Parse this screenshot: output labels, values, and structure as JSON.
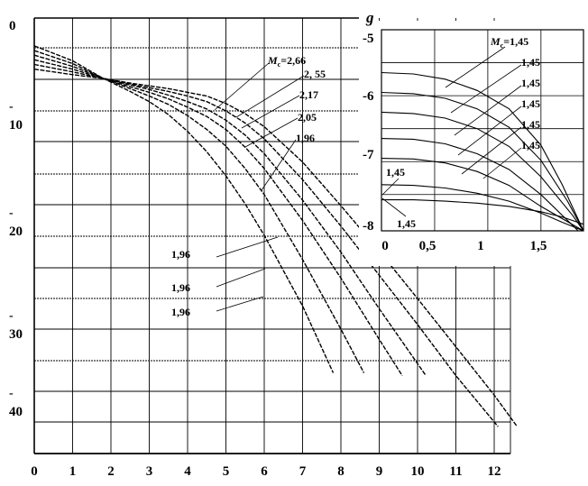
{
  "chart_data": [
    {
      "type": "line",
      "x_ticks": [
        "0",
        "1",
        "2",
        "3",
        "4",
        "5",
        "6",
        "7",
        "8",
        "9",
        "10",
        "11",
        "12"
      ],
      "y_ticks": [
        "0",
        "10",
        "20",
        "30",
        "40"
      ],
      "y_tick_minus": "-",
      "xlim": [
        0,
        12.7
      ],
      "ylim": [
        0,
        46
      ],
      "y_inverted": true,
      "grid": true,
      "series": [
        {
          "name": "M_c=2,66",
          "x": [
            0,
            0.5,
            1,
            1.8,
            2.5,
            3,
            3.5,
            4,
            4.5,
            5,
            5.5,
            6,
            7,
            8,
            9,
            10,
            11,
            12,
            12.6
          ],
          "y": [
            5.5,
            5.8,
            6.1,
            6.5,
            7.0,
            7.3,
            7.6,
            8.0,
            8.4,
            9.2,
            10.3,
            11.7,
            15.5,
            20.2,
            25.1,
            30.2,
            35.4,
            40.6,
            44
          ]
        },
        {
          "name": "2, 55",
          "x": [
            0,
            0.5,
            1,
            1.8,
            2.5,
            3,
            3.5,
            4,
            4.5,
            5,
            5.5,
            6,
            7,
            8,
            9,
            10,
            11,
            12.1
          ],
          "y": [
            5.0,
            5.4,
            5.8,
            6.5,
            7.1,
            7.5,
            7.9,
            8.4,
            9.0,
            10.0,
            11.3,
            13.0,
            17.4,
            22.4,
            27.7,
            33.0,
            38.5,
            44
          ]
        },
        {
          "name": "2,17",
          "x": [
            0,
            0.5,
            1,
            1.8,
            2.5,
            3,
            3.5,
            4,
            4.5,
            5,
            5.5,
            6,
            7,
            8,
            9,
            10.2
          ],
          "y": [
            4.5,
            5.0,
            5.5,
            6.5,
            7.2,
            7.7,
            8.3,
            9.0,
            9.8,
            11.0,
            12.6,
            14.6,
            19.6,
            25.2,
            31.3,
            38.4
          ]
        },
        {
          "name": "2,05",
          "x": [
            0,
            0.5,
            1,
            1.8,
            2.5,
            3,
            3.5,
            4,
            4.5,
            5,
            5.5,
            6,
            7,
            8,
            9,
            9.6
          ],
          "y": [
            4.0,
            4.6,
            5.2,
            6.5,
            7.4,
            8.0,
            8.7,
            9.6,
            10.6,
            12.0,
            13.9,
            16.2,
            21.8,
            28.0,
            34.6,
            38.5
          ]
        },
        {
          "name": "1,96",
          "x": [
            0,
            0.5,
            1,
            1.8,
            2.5,
            3,
            3.5,
            4,
            4.5,
            5,
            5.5,
            6,
            7,
            8,
            8.6
          ],
          "y": [
            3.5,
            4.2,
            4.9,
            6.5,
            7.6,
            8.4,
            9.3,
            10.5,
            12.0,
            13.8,
            16.2,
            19.0,
            26.0,
            33.5,
            38.2
          ]
        },
        {
          "name": "1,96",
          "x": [
            0,
            0.5,
            1,
            1.8,
            2.5,
            3,
            3.5,
            4,
            4.5,
            5,
            5.5,
            6,
            7,
            7.8
          ],
          "y": [
            3.0,
            3.8,
            4.6,
            6.5,
            7.9,
            9.0,
            10.4,
            12.2,
            14.4,
            17.0,
            20.0,
            23.4,
            31.0,
            38.2
          ]
        }
      ],
      "labels": [
        "M_c=2,66",
        "2, 55",
        "2,17",
        "2,05",
        "1,96",
        "1,96",
        "1,96",
        "1,96"
      ]
    },
    {
      "type": "line",
      "ylabel": "g",
      "x_ticks": [
        "0",
        "0,5",
        "1",
        "1,5"
      ],
      "y_ticks": [
        "-5",
        "-6",
        "-7",
        "-8"
      ],
      "xlim": [
        0,
        1.9
      ],
      "ylim": [
        -8.05,
        -5
      ],
      "grid": true,
      "series": [
        {
          "name": "M_c=1,45",
          "x": [
            0,
            0.3,
            0.6,
            0.9,
            1.2,
            1.5,
            1.7,
            1.9
          ],
          "y": [
            -5.65,
            -5.67,
            -5.75,
            -5.92,
            -6.2,
            -6.75,
            -7.35,
            -8.05
          ]
        },
        {
          "name": "1,45",
          "x": [
            0,
            0.3,
            0.6,
            0.9,
            1.2,
            1.5,
            1.75,
            1.9
          ],
          "y": [
            -5.95,
            -5.97,
            -6.04,
            -6.2,
            -6.48,
            -6.98,
            -7.6,
            -8.05
          ]
        },
        {
          "name": "1,45",
          "x": [
            0,
            0.3,
            0.6,
            0.9,
            1.2,
            1.5,
            1.8,
            1.9
          ],
          "y": [
            -6.25,
            -6.27,
            -6.34,
            -6.5,
            -6.77,
            -7.23,
            -7.82,
            -8.05
          ]
        },
        {
          "name": "1,45",
          "x": [
            0,
            0.3,
            0.6,
            0.9,
            1.2,
            1.5,
            1.85
          ],
          "y": [
            -6.65,
            -6.66,
            -6.73,
            -6.88,
            -7.12,
            -7.5,
            -8.05
          ]
        },
        {
          "name": "1,45",
          "x": [
            0,
            0.3,
            0.6,
            0.9,
            1.2,
            1.5,
            1.9
          ],
          "y": [
            -6.95,
            -6.96,
            -7.02,
            -7.15,
            -7.36,
            -7.68,
            -8.05
          ]
        },
        {
          "name": "1,45",
          "x": [
            0,
            0.3,
            0.6,
            0.9,
            1.2,
            1.5,
            1.7,
            1.9
          ],
          "y": [
            -7.35,
            -7.36,
            -7.4,
            -7.48,
            -7.6,
            -7.78,
            -7.92,
            -8.05
          ]
        },
        {
          "name": "1,45",
          "x": [
            0,
            0.3,
            0.6,
            0.9,
            1.2,
            1.5,
            1.7,
            1.9
          ],
          "y": [
            -7.58,
            -7.58,
            -7.6,
            -7.63,
            -7.68,
            -7.76,
            -7.84,
            -7.95
          ]
        }
      ],
      "labels": [
        "M_c=1,45",
        "1,45",
        "1,45",
        "1,45",
        "1,45",
        "1,45",
        "1,45",
        "1,45"
      ]
    }
  ]
}
